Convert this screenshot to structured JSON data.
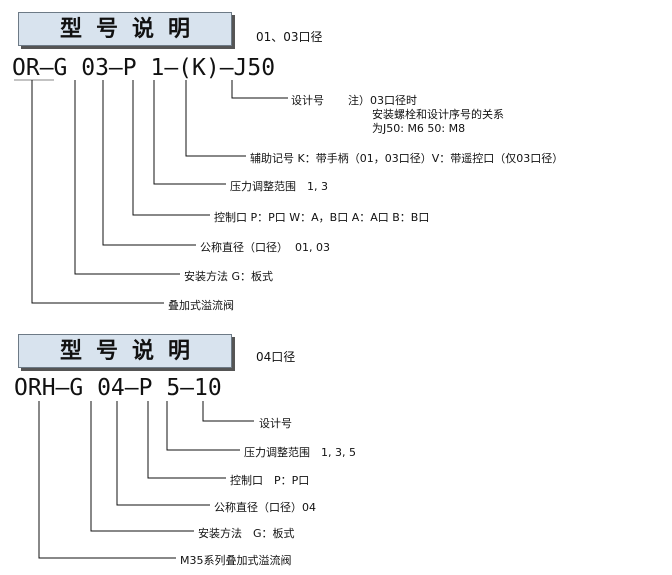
{
  "section1": {
    "header": "型号说明",
    "subtitle": "01、03口径",
    "code": "OR–G 03–P 1–(K)–J50",
    "labels": {
      "design": "设计号",
      "note_title": "注）03口径时",
      "note_line2": "安装螺栓和设计序号的关系",
      "note_line3": "为J50: M6 50: M8",
      "aux": "辅助记号 K：带手柄（01，03口径）V：带遥控口（仅03口径）",
      "pressure": "压力调整范围　1, 3",
      "control": "控制口 P：P口 W：A，B口 A：A口 B：B口",
      "nominal": "公称直径（口径）  01, 03",
      "mounting": "安装方法 G：板式",
      "name": "叠加式溢流阀"
    }
  },
  "section2": {
    "header": "型号说明",
    "subtitle": "04口径",
    "code": "ORH–G 04–P 5–10",
    "labels": {
      "design": "设计号",
      "pressure": "压力调整范围　1, 3, 5",
      "control": "控制口　P：P口",
      "nominal": "公称直径（口径）04",
      "mounting": "安装方法　G：板式",
      "name": "M35系列叠加式溢流阀"
    }
  }
}
